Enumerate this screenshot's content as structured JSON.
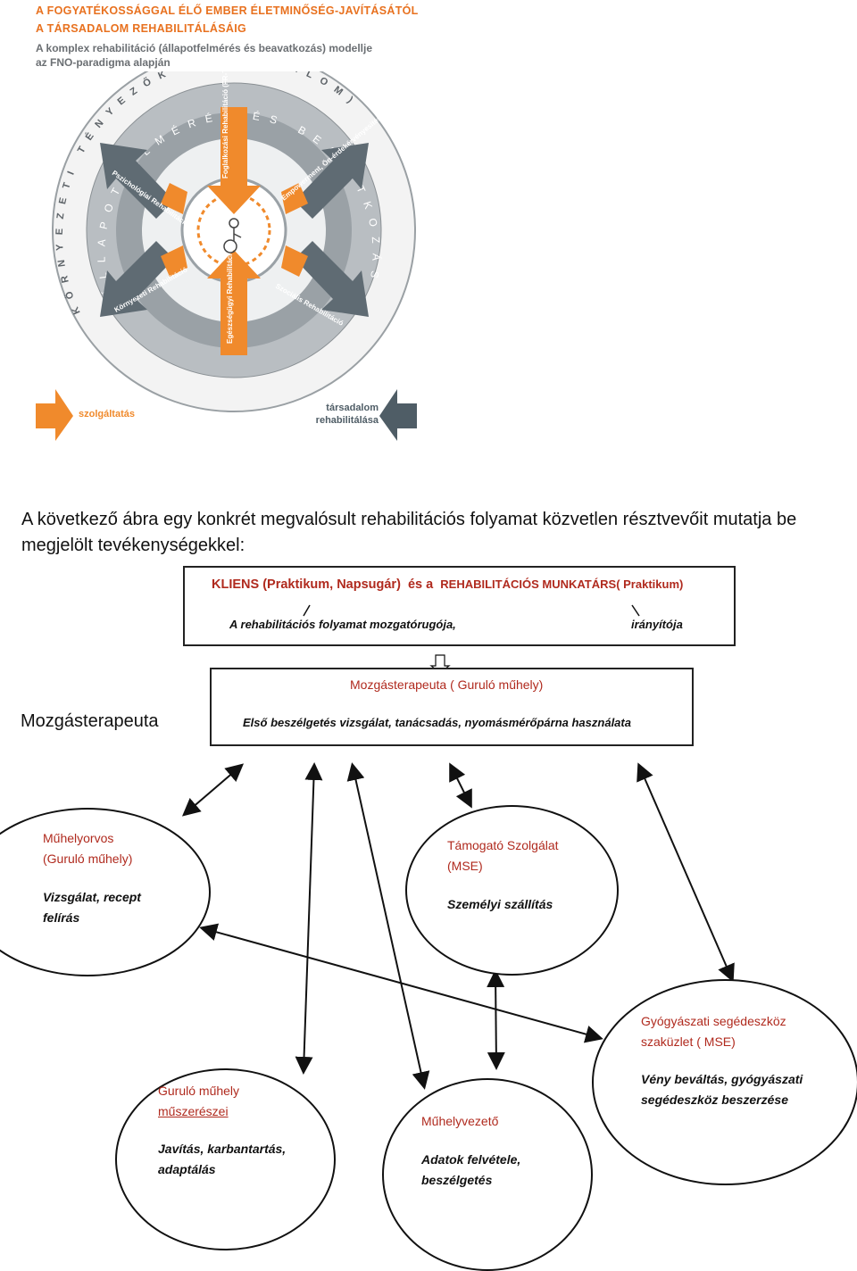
{
  "header": {
    "line1": "A FOGYATÉKOSSÁGGAL ÉLŐ EMBER ÉLETMINŐSÉG-JAVÍTÁSÁTÓL",
    "line2": "A TÁRSADALOM REHABILITÁLÁSÁIG",
    "line3": "A komplex rehabilitáció (állapotfelmérés és beavatkozás) modellje",
    "line4": "az FNO-paradigma alapján"
  },
  "wheel": {
    "outer_ring_text": "KÖRNYEZETI TÉNYEZŐK (TÁRSADALOM)",
    "middle_ring_text": "ÁLLAPOTFELMÉRÉS ÉS BEAVATKOZÁS",
    "sectors": [
      "Foglalkozási Rehabilitáció (FR-TF)",
      "Empowerment, Ön-érdekérvényesítés (ÉA)",
      "Szociális Rehabilitáció",
      "Egészségügyi Rehabilitáció",
      "Környezeti Rehabilitáció",
      "Pszichológiai Rehabilitáció"
    ]
  },
  "legend": {
    "service": "szolgáltatás",
    "society_line1": "társadalom",
    "society_line2": "rehabilitálása",
    "service_color": "#f08a2c",
    "society_color": "#4f5d66"
  },
  "intro": "A következő ábra egy konkrét megvalósult rehabilitációs folyamat közvetlen résztvevőit mutatja be megjelölt tevékenységekkel:",
  "top_box": {
    "title_part1": "KLIENS (Praktikum, Napsugár)",
    "title_part2": "és a",
    "title_part3": "REHABILITÁCIÓS MUNKATÁRS( Praktikum)",
    "left_role": "A rehabilitációs folyamat mozgatórugója,",
    "right_role": "irányítója"
  },
  "side_label": "Mozgásterapeuta",
  "therapist_box": {
    "title": "Mozgásterapeuta ( Guruló műhely)",
    "activity": "Első beszélgetés vizsgálat, tanácsadás, nyomásmérőpárna használata"
  },
  "nodes": {
    "doctor": {
      "title_line1": "Műhelyorvos",
      "title_line2": "(Guruló műhely)",
      "act_line1": "Vizsgálat, recept",
      "act_line2": "felírás"
    },
    "support": {
      "title_line1": "Támogató Szolgálat",
      "title_line2": "(MSE)",
      "act_line1": "Személyi szállítás"
    },
    "shop": {
      "title_line1": "Gyógyászati segédeszköz",
      "title_line2": "szaküzlet ( MSE)",
      "act_line1": "Vény beváltás, gyógyászati",
      "act_line2": "segédeszköz beszerzése"
    },
    "mechanics": {
      "title_line1": "Guruló műhely",
      "title_line2": "műszerészei",
      "act_line1": "Javítás, karbantartás,",
      "act_line2": "adaptálás"
    },
    "manager": {
      "title_line1": "Műhelyvezető",
      "act_line1": "Adatok felvétele,",
      "act_line2": "beszélgetés"
    }
  }
}
